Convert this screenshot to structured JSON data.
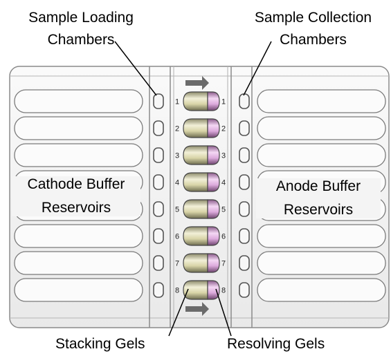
{
  "labels": {
    "sample_loading_1": "Sample Loading",
    "sample_loading_2": "Chambers",
    "sample_collection_1": "Sample Collection",
    "sample_collection_2": "Chambers",
    "cathode_1": "Cathode Buffer",
    "cathode_2": "Reservoirs",
    "anode_1": "Anode Buffer",
    "anode_2": "Reservoirs",
    "stacking": "Stacking Gels",
    "resolving": "Resolving Gels"
  },
  "lanes": [
    {
      "left": "1",
      "right": "1"
    },
    {
      "left": "2",
      "right": "2"
    },
    {
      "left": "3",
      "right": "3"
    },
    {
      "left": "4",
      "right": "4"
    },
    {
      "left": "5",
      "right": "5"
    },
    {
      "left": "6",
      "right": "6"
    },
    {
      "left": "7",
      "right": "7"
    },
    {
      "left": "8",
      "right": "8"
    }
  ],
  "colors": {
    "device_body": "#f4f4f4",
    "device_outline": "#8a8a8a",
    "stacking_gel": "#d6d2a8",
    "resolving_gel": "#d9a8d9",
    "arrow": "#6b6b6b"
  }
}
